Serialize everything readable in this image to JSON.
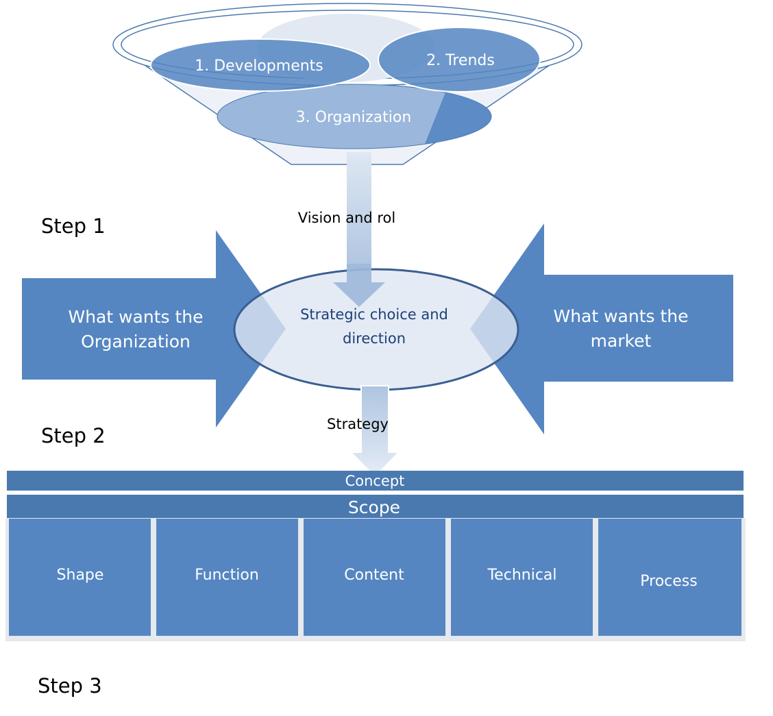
{
  "funnel": {
    "items": [
      {
        "label": "1. Developments"
      },
      {
        "label": "2. Trends"
      },
      {
        "label": "3. Organization"
      }
    ]
  },
  "flows": {
    "vision": "Vision and rol",
    "strategy": "Strategy"
  },
  "steps": [
    "Step 1",
    "Step 2",
    "Step 3"
  ],
  "left_arrow": {
    "line1": "What wants the",
    "line2": "Organization"
  },
  "right_arrow": {
    "line1": "What wants the",
    "line2": "market"
  },
  "center": {
    "line1": "Strategic  choice and",
    "line2": "direction"
  },
  "bars": {
    "concept": "Concept",
    "scope": "Scope"
  },
  "boxes": [
    {
      "label": "Shape"
    },
    {
      "label": "Function"
    },
    {
      "label": "Content"
    },
    {
      "label": "Technical"
    },
    {
      "label": "Process"
    }
  ],
  "colors": {
    "primary_blue": "#5586c2",
    "dark_blue": "#4a79b0",
    "pale_blue": "#dde6f2",
    "light_funnel_blue": "#9bb7db",
    "ellipse_outline": "#3a5e91"
  }
}
